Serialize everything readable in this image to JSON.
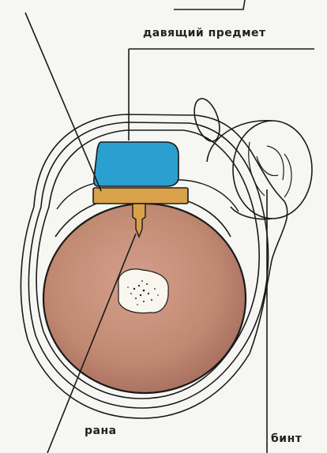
{
  "labels": {
    "pressing_object": "давящий предмет",
    "wound": "рана",
    "bandage": "бинт"
  },
  "colors": {
    "limb": "#c08870",
    "pressing_object": "#2a9fd0",
    "pad": "#d9a24a",
    "outline": "#1a1a1a",
    "background": "#f6f6f2"
  }
}
